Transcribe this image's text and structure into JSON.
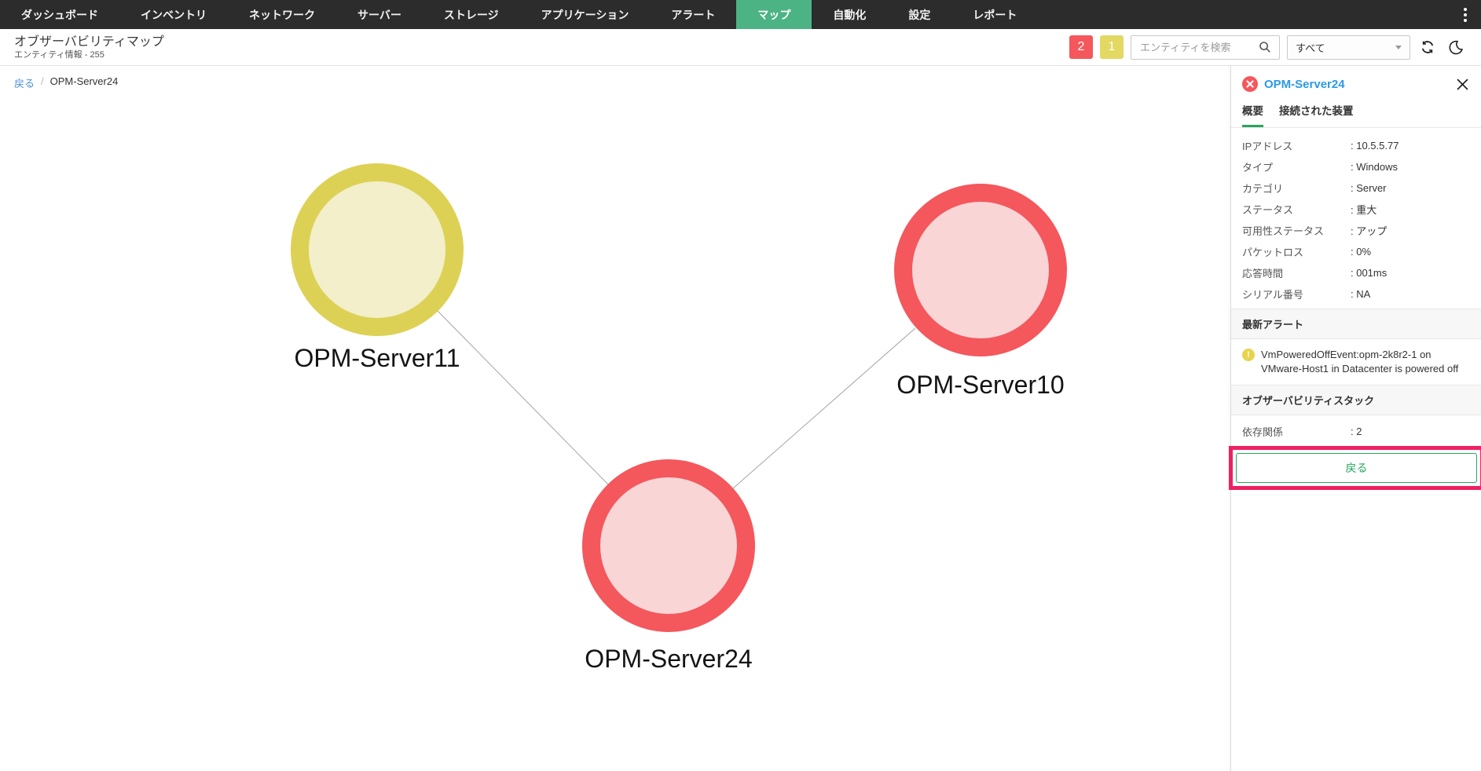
{
  "nav": {
    "items": [
      {
        "label": "ダッシュボード"
      },
      {
        "label": "インベントリ"
      },
      {
        "label": "ネットワーク"
      },
      {
        "label": "サーバー"
      },
      {
        "label": "ストレージ"
      },
      {
        "label": "アプリケーション"
      },
      {
        "label": "アラート"
      },
      {
        "label": "マップ",
        "active": true
      },
      {
        "label": "自動化"
      },
      {
        "label": "設定"
      },
      {
        "label": "レポート"
      }
    ]
  },
  "header": {
    "title": "オブザーバビリティマップ",
    "subtitle": "エンティティ情報 - 255",
    "critical_badge": "2",
    "warning_badge": "1",
    "search_placeholder": "エンティティを検索",
    "filter_value": "すべて"
  },
  "breadcrumb": {
    "back": "戻る",
    "separator": "/",
    "current": "OPM-Server24"
  },
  "map": {
    "nodes": [
      {
        "label": "OPM-Server11",
        "status": "warning"
      },
      {
        "label": "OPM-Server10",
        "status": "critical"
      },
      {
        "label": "OPM-Server24",
        "status": "critical"
      }
    ],
    "connections": [
      [
        "OPM-Server24",
        "OPM-Server11"
      ],
      [
        "OPM-Server24",
        "OPM-Server10"
      ]
    ]
  },
  "panel": {
    "title": "OPM-Server24",
    "tabs": [
      {
        "label": "概要",
        "active": true
      },
      {
        "label": "接続された装置"
      }
    ],
    "details": [
      {
        "label": "IPアドレス",
        "value": ": 10.5.5.77"
      },
      {
        "label": "タイプ",
        "value": ": Windows"
      },
      {
        "label": "カテゴリ",
        "value": ": Server"
      },
      {
        "label": "ステータス",
        "value": ": 重大"
      },
      {
        "label": "可用性ステータス",
        "value": ": アップ"
      },
      {
        "label": "パケットロス",
        "value": ": 0%"
      },
      {
        "label": "応答時間",
        "value": ": 001ms"
      },
      {
        "label": "シリアル番号",
        "value": ": NA"
      }
    ],
    "alerts_section_title": "最新アラート",
    "alert_text": "VmPoweredOffEvent:opm-2k8r2-1 on VMware-Host1 in Datacenter is powered off",
    "stack_section_title": "オブザーバビリティスタック",
    "stack_details": [
      {
        "label": "依存関係",
        "value": ": 2"
      }
    ],
    "back_button_label": "戻る"
  },
  "colors": {
    "critical": "#f4575c",
    "warning": "#e2d862",
    "accent_green": "#26a55e",
    "nav_active": "#4cb384",
    "link_blue": "#4a90d9",
    "panel_title_blue": "#2a9ae5",
    "annotation_highlight": "#ee2163"
  }
}
